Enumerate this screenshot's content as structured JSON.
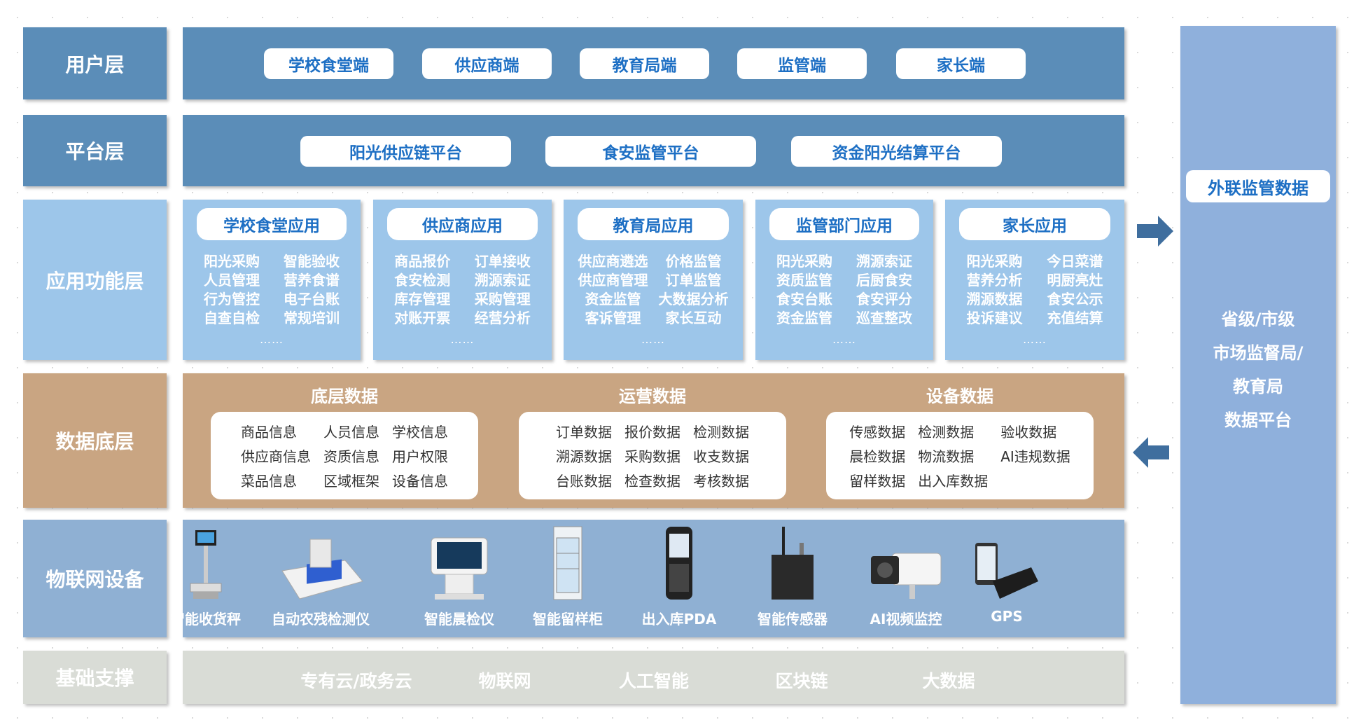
{
  "layers": {
    "user": "用户层",
    "platform": "平台层",
    "app": "应用功能层",
    "data": "数据底层",
    "iot": "物联网设备",
    "base": "基础支撑"
  },
  "user_ends": [
    "学校食堂端",
    "供应商端",
    "教育局端",
    "监管端",
    "家长端"
  ],
  "platforms": [
    "阳光供应链平台",
    "食安监管平台",
    "资金阳光结算平台"
  ],
  "apps": [
    {
      "title": "学校食堂应用",
      "items": [
        "阳光采购",
        "智能验收",
        "人员管理",
        "营养食谱",
        "行为管控",
        "电子台账",
        "自查自检",
        "常规培训"
      ],
      "more": "……"
    },
    {
      "title": "供应商应用",
      "items": [
        "商品报价",
        "订单接收",
        "食安检测",
        "溯源索证",
        "库存管理",
        "采购管理",
        "对账开票",
        "经营分析"
      ],
      "more": "……"
    },
    {
      "title": "教育局应用",
      "items": [
        "供应商遴选",
        "价格监管",
        "供应商管理",
        "订单监管",
        "资金监管",
        "大数据分析",
        "客诉管理",
        "家长互动"
      ],
      "more": "……"
    },
    {
      "title": "监管部门应用",
      "items": [
        "阳光采购",
        "溯源索证",
        "资质监管",
        "后厨食安",
        "食安台账",
        "食安评分",
        "资金监管",
        "巡查整改"
      ],
      "more": "……"
    },
    {
      "title": "家长应用",
      "items": [
        "阳光采购",
        "今日菜谱",
        "营养分析",
        "明厨亮灶",
        "溯源数据",
        "食安公示",
        "投诉建议",
        "充值结算"
      ],
      "more": "……"
    }
  ],
  "data_groups": [
    {
      "title": "底层数据",
      "items": [
        "商品信息",
        "人员信息",
        "学校信息",
        "供应商信息",
        "资质信息",
        "用户权限",
        "菜品信息",
        "区域框架",
        "设备信息"
      ]
    },
    {
      "title": "运营数据",
      "items": [
        "订单数据",
        "报价数据",
        "检测数据",
        "溯源数据",
        "采购数据",
        "收支数据",
        "台账数据",
        "检查数据",
        "考核数据"
      ]
    },
    {
      "title": "设备数据",
      "items": [
        "传感数据",
        "检测数据",
        "验收数据",
        "晨检数据",
        "物流数据",
        "AI违规数据",
        "留样数据",
        "出入库数据"
      ]
    }
  ],
  "devices": [
    {
      "name": "智能收货秤",
      "icon": "scale-icon"
    },
    {
      "name": "自动农残检测仪",
      "icon": "pesticide-tester-icon"
    },
    {
      "name": "智能晨检仪",
      "icon": "morning-check-icon"
    },
    {
      "name": "智能留样柜",
      "icon": "sample-cabinet-icon"
    },
    {
      "name": "出入库PDA",
      "icon": "pda-icon"
    },
    {
      "name": "智能传感器",
      "icon": "sensor-icon"
    },
    {
      "name": "AI视频监控",
      "icon": "camera-icon"
    },
    {
      "name": "GPS",
      "icon": "gps-icon"
    }
  ],
  "base_items": [
    "专有云/政务云",
    "物联网",
    "人工智能",
    "区块链",
    "大数据"
  ],
  "external": {
    "title": "外联监管数据",
    "body_lines": [
      "省级/市级",
      "市场监督局/",
      "教育局",
      "数据平台"
    ]
  },
  "colors": {
    "steel": "#5b8db8",
    "app": "#9dc6ea",
    "data": "#c9a582",
    "iot": "#8fb0d3",
    "base": "#d9dcd6",
    "pill_text": "#1d6fc4",
    "arrow": "#3f6e9e"
  }
}
